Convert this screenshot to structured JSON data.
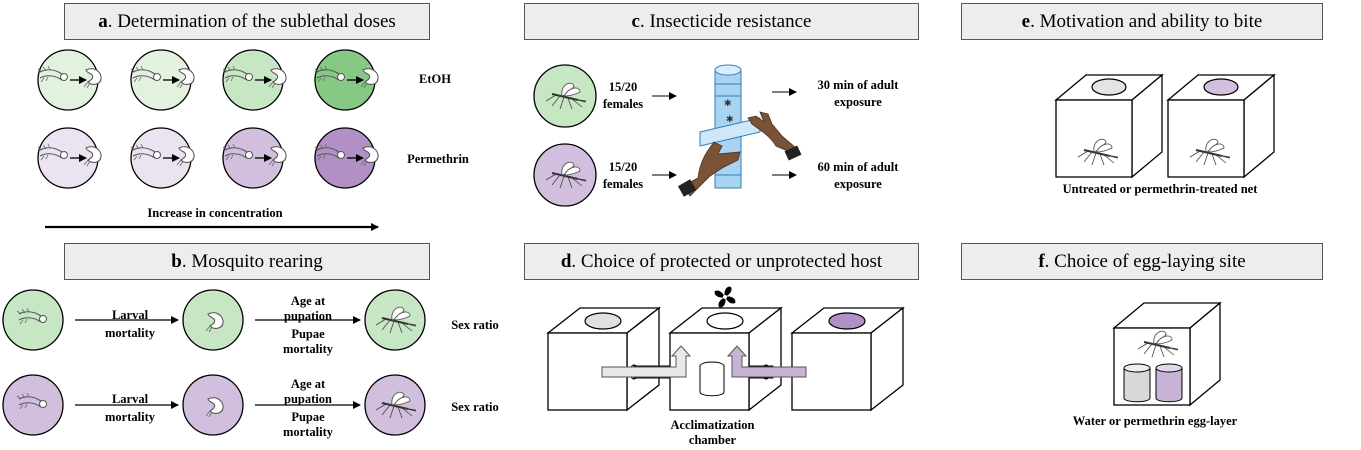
{
  "colors": {
    "green_light": "#e3f1df",
    "green_mid": "#c7e6c3",
    "green_dark": "#86c985",
    "purple_light": "#ebe3ef",
    "purple_mid": "#d2bedd",
    "purple_dark": "#b190c5",
    "title_bg": "#ededed",
    "tube_blue": "#a8d3f1",
    "skin": "#7a5236"
  },
  "panel_a": {
    "letter": "a",
    "title": ". Determination of the sublethal doses",
    "row_ethanol": "EtOH",
    "row_permethrin": "Permethrin",
    "axis_label": "Increase in concentration"
  },
  "panel_b": {
    "letter": "b",
    "title": ". Mosquito rearing",
    "larval_mortality_1": "Larval",
    "larval_mortality_2": "mortality",
    "pupation_1": "Age at",
    "pupation_2": "pupation",
    "pupae_1": "Pupae",
    "pupae_2": "mortality",
    "sex_ratio": "Sex ratio"
  },
  "panel_c": {
    "letter": "c",
    "title": ". Insecticide resistance",
    "females_count": "15/20",
    "females_word": "females",
    "exposure_30_1": "30 min of adult",
    "exposure_30_2": "exposure",
    "exposure_60_1": "60 min of adult",
    "exposure_60_2": "exposure"
  },
  "panel_d": {
    "letter": "d",
    "title": ". Choice of protected or unprotected host",
    "chamber_1": "Acclimatization",
    "chamber_2": "chamber",
    "fan_icon": "fan-icon"
  },
  "panel_e": {
    "letter": "e",
    "title": ". Motivation and ability to bite",
    "caption": "Untreated or permethrin-treated net"
  },
  "panel_f": {
    "letter": "f",
    "title": ". Choice of egg-laying site",
    "caption": "Water or permethrin egg-layer"
  }
}
